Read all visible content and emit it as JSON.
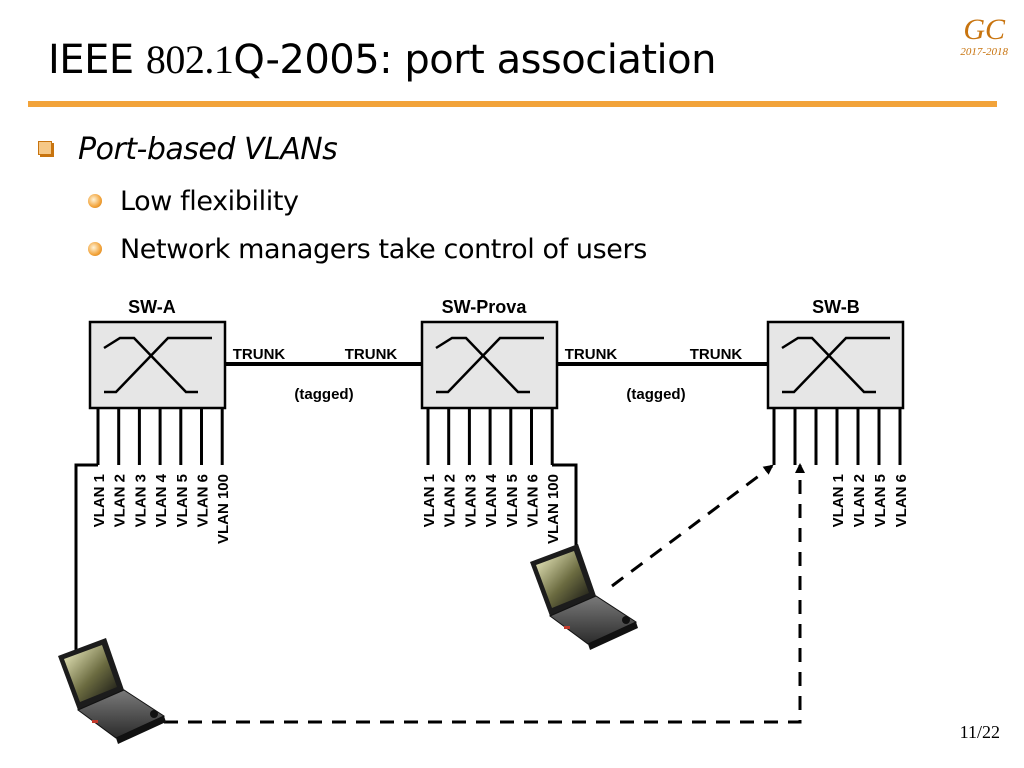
{
  "title": {
    "part1": "IEEE ",
    "part2": "802.1",
    "part3": "Q-2005: port association"
  },
  "logo": {
    "monogram": "GC",
    "years": "2017-2018"
  },
  "bullets": {
    "main": "Port-based VLANs",
    "sub": [
      "Low flexibility",
      "Network managers take control of users"
    ]
  },
  "diagram": {
    "switches": [
      {
        "name": "SW-A",
        "ports": [
          "VLAN 1",
          "VLAN 2",
          "VLAN 3",
          "VLAN 4",
          "VLAN 5",
          "VLAN 6",
          "VLAN 100"
        ]
      },
      {
        "name": "SW-Prova",
        "ports": [
          "VLAN 1",
          "VLAN 2",
          "VLAN 3",
          "VLAN 4",
          "VLAN 5",
          "VLAN 6",
          "VLAN 100"
        ]
      },
      {
        "name": "SW-B",
        "ports": [
          "VLAN 1",
          "VLAN 2",
          "VLAN 5",
          "VLAN 6"
        ]
      }
    ],
    "links": [
      {
        "left_label": "TRUNK",
        "right_label": "TRUNK",
        "note": "(tagged)"
      },
      {
        "left_label": "TRUNK",
        "right_label": "TRUNK",
        "note": "(tagged)"
      }
    ]
  },
  "colors": {
    "accent": "#f2a33a",
    "logo": "#c8740f",
    "switch_fill": "#e6e6e6"
  },
  "page": {
    "number": "11/22"
  }
}
